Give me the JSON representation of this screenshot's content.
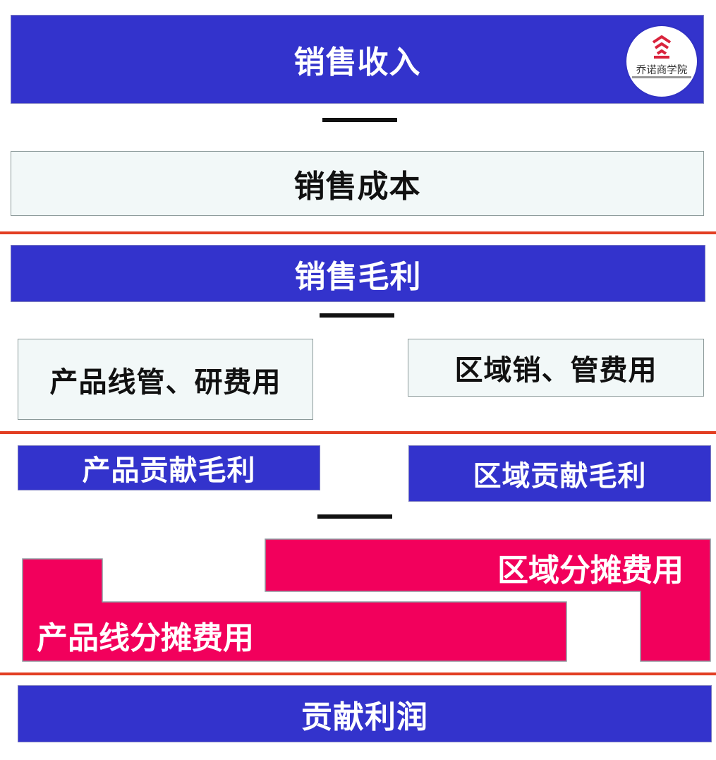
{
  "blocks": {
    "sales_revenue": "销售收入",
    "cost_of_sales": "销售成本",
    "gross_profit": "销售毛利",
    "product_line_expense": "产品线管、研费用",
    "region_expense": "区域销、管费用",
    "product_contribution": "产品贡献毛利",
    "region_contribution": "区域贡献毛利",
    "region_allocation": "区域分摊费用",
    "product_line_allocation": "产品线分摊费用",
    "contribution_profit": "贡献利润"
  },
  "logo": {
    "name": "乔诺商学院",
    "icon": "building-emblem-icon"
  },
  "colors": {
    "blue": "#3333cc",
    "light": "#f2f8f8",
    "pink": "#f2005c",
    "red_line": "#e23e22",
    "logo_red": "#d9233c"
  }
}
